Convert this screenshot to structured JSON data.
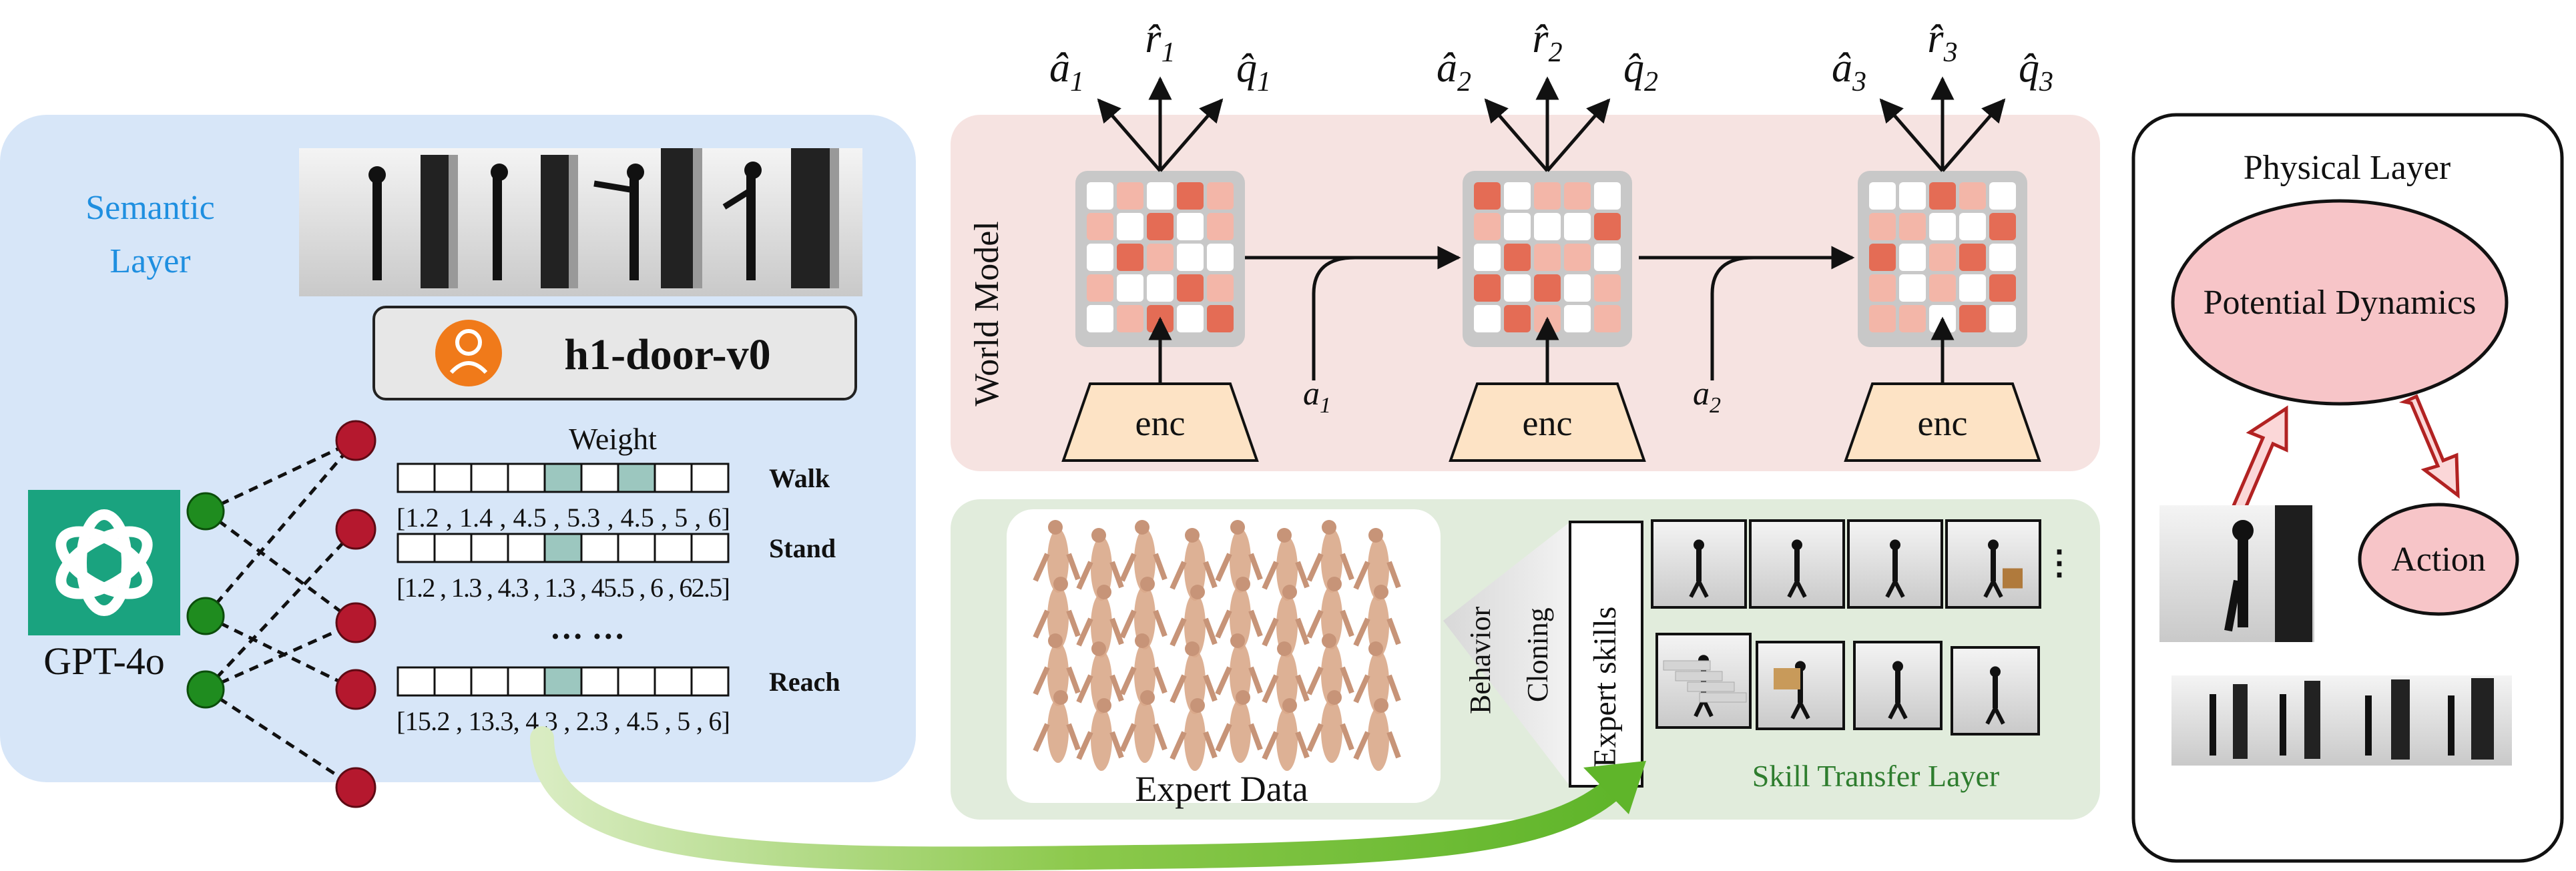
{
  "semantic_layer": {
    "title_line1": "Semantic",
    "title_line2": "Layer",
    "task_name": "h1-door-v0",
    "llm_label": "GPT-4o",
    "weight_title": "Weight",
    "rows": [
      {
        "skill": "Walk",
        "values": "[1.2 , 1.4 , 4.5 , 5.3 , 4.5 , 5 , 6]"
      },
      {
        "skill": "Stand",
        "values": "[1.2 , 1.3 , 4.3 , 1.3 , 45.5 , 6 , 62.5]"
      },
      {
        "skill": "Reach",
        "values": "[15.2 , 13.3, 4.3 , 2.3 , 4.5 , 5 , 6]"
      }
    ],
    "ellipsis": "… …"
  },
  "world_model": {
    "label": "World Model",
    "encoder_label": "enc",
    "outputs": [
      {
        "a": "â",
        "a_sub": "1",
        "r": "r̂",
        "r_sub": "1",
        "q": "q̂",
        "q_sub": "1"
      },
      {
        "a": "â",
        "a_sub": "2",
        "r": "r̂",
        "r_sub": "2",
        "q": "q̂",
        "q_sub": "2"
      },
      {
        "a": "â",
        "a_sub": "3",
        "r": "r̂",
        "r_sub": "3",
        "q": "q̂",
        "q_sub": "3"
      }
    ],
    "actions": [
      {
        "symbol": "a",
        "sub": "1"
      },
      {
        "symbol": "a",
        "sub": "2"
      }
    ]
  },
  "skill_transfer": {
    "expert_data_label": "Expert Data",
    "behavior_label": "Behavior",
    "cloning_label": "Cloning",
    "expert_skills_label": "Expert skills",
    "layer_label": "Skill Transfer Layer",
    "more_indicator": "⋮"
  },
  "physical_layer": {
    "title": "Physical Layer",
    "dynamics_label": "Potential Dynamics",
    "action_label": "Action"
  },
  "colors": {
    "semantic_bg": "#d7e6f8",
    "world_bg": "#f6e3e1",
    "skill_bg": "#e1ecdc",
    "accent_blue": "#1f8fe0",
    "gpt_green": "#1aa37f",
    "node_green": "#1f8c1f",
    "node_red": "#b5182e",
    "cell_teal": "#9cc7bf",
    "enc_fill": "#fde3c5",
    "ellipse_fill": "#f7c5c8",
    "arrow_green": "#7cc23c"
  }
}
